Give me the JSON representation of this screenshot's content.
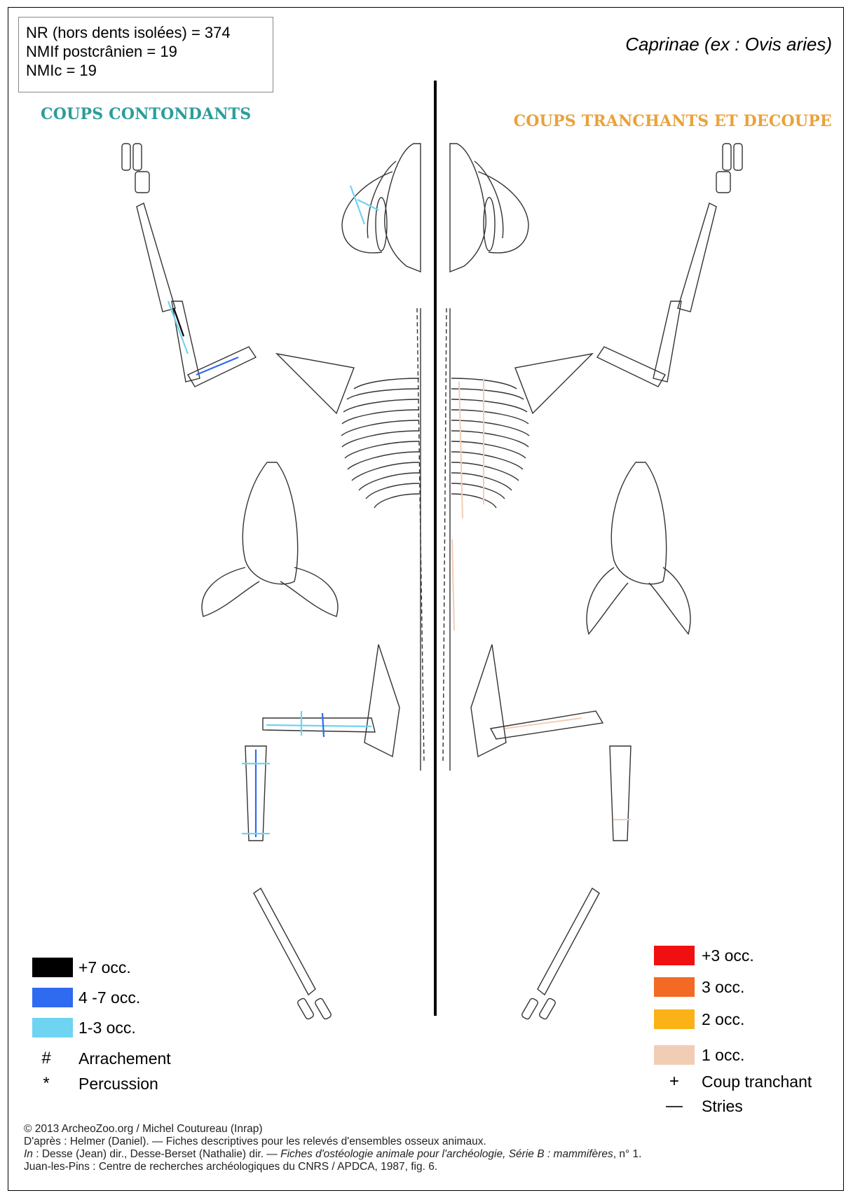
{
  "stats": {
    "line1": "NR (hors dents isolées) = 374",
    "line2": "NMIf postcrânien = 19",
    "line3": "NMIc = 19"
  },
  "taxon": "Caprinae (ex : Ovis aries)",
  "left_title": "COUPS CONTONDANTS",
  "right_title": "COUPS TRANCHANTS ET DECOUPE",
  "colors": {
    "title_left": "#2a9d9a",
    "title_right": "#e9a23b",
    "plus7": "#000000",
    "c4_7": "#2f6bf0",
    "c1_3": "#6fd3f2",
    "r_plus3": "#f01010",
    "r_3": "#f26a24",
    "r_2": "#fbb217",
    "r_1": "#f2cdb6"
  },
  "legend_left": [
    {
      "label": "+7 occ.",
      "color": "#000000"
    },
    {
      "label": "4 -7 occ.",
      "color": "#2f6bf0"
    },
    {
      "label": "1-3 occ.",
      "color": "#6fd3f2"
    }
  ],
  "legend_left_symbols": [
    {
      "symbol": "#",
      "label": "Arrachement"
    },
    {
      "symbol": "*",
      "label": "Percussion"
    }
  ],
  "legend_right": [
    {
      "label": "+3 occ.",
      "color": "#f01010"
    },
    {
      "label": "3 occ.",
      "color": "#f26a24"
    },
    {
      "label": "2 occ.",
      "color": "#fbb217"
    },
    {
      "label": "1 occ.",
      "color": "#f2cdb6"
    }
  ],
  "legend_right_symbols": [
    {
      "symbol": "+",
      "label": "Coup tranchant"
    },
    {
      "symbol": "—",
      "label": "Stries"
    }
  ],
  "credits": {
    "line1": "© 2013 ArcheoZoo.org / Michel Coutureau (Inrap)",
    "line2": "D'après : Helmer (Daniel). — Fiches descriptives pour les relevés d'ensembles osseux animaux.",
    "line3_in": "In",
    "line3_text": " : Desse (Jean) dir., Desse-Berset (Nathalie) dir. — ",
    "line3_title": "Fiches d'ostéologie animale pour l'archéologie, Série B : mammifères",
    "line3_end": ", n° 1.",
    "line4": "Juan-les-Pins : Centre de recherches archéologiques du CNRS / APDCA, 1987, fig. 6."
  }
}
